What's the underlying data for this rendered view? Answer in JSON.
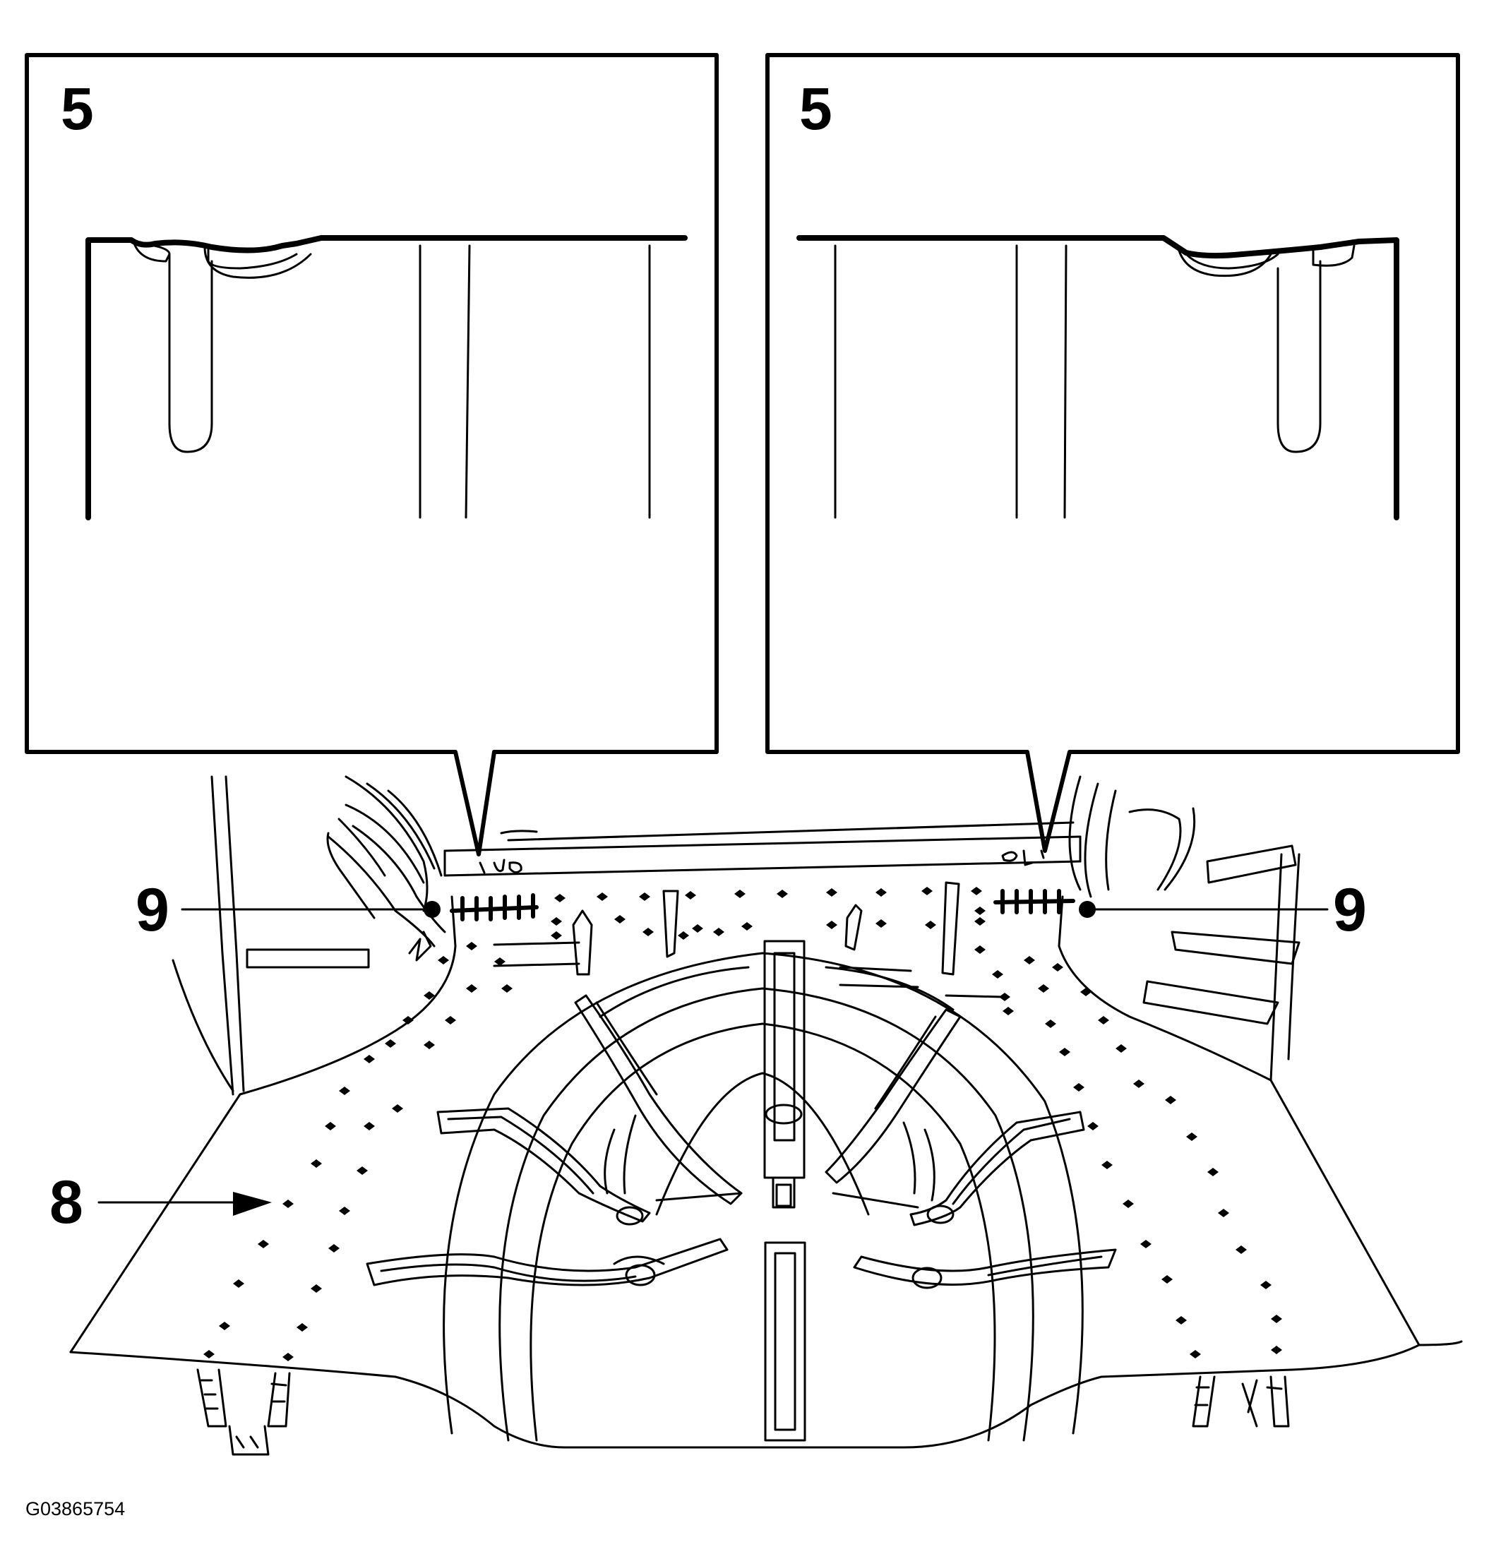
{
  "diagram": {
    "detail_left": {
      "label": "5"
    },
    "detail_right": {
      "label": "5"
    },
    "callouts": [
      {
        "id": "left-9",
        "label": "9"
      },
      {
        "id": "right-9",
        "label": "9"
      },
      {
        "id": "left-8",
        "label": "8"
      }
    ],
    "figure_id": "G03865754"
  },
  "colors": {
    "ink": "#000000",
    "paper": "#ffffff"
  }
}
